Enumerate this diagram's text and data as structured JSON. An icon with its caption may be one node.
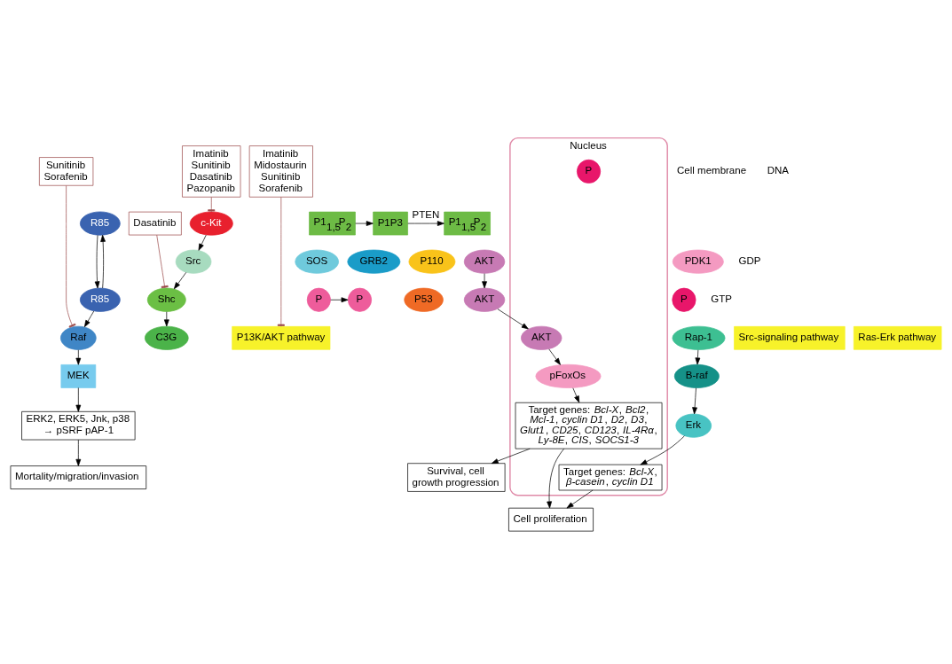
{
  "diagram": {
    "nodes": [
      {
        "text": [
          "Sunitinib Sorafenib"
        ]
      },
      {
        "text": [
          "c-Kit"
        ]
      },
      {
        "text": [
          "Imatinib Sunitinib Dasatinib Pazopanib"
        ]
      },
      {
        "text": [
          "Imatinib Midostaurin Sunitinib Sorafenib"
        ]
      },
      {
        "text": [
          "R85"
        ]
      },
      {
        "text": [
          "SOS"
        ]
      },
      {
        "text": [
          "GRB2"
        ]
      },
      {
        "text": [
          "P"
        ]
      },
      {
        "text": [
          "P"
        ]
      },
      {
        "text": [
          "P53"
        ]
      },
      {
        "text": [
          "P1$_{1,5}$P$_{2}$"
        ]
      },
      {
        "text": [
          "P1P3"
        ]
      },
      {
        "text": [
          "P1$_{1,5}$P$_{2}$"
        ]
      },
      {
        "text": [
          "Src"
        ]
      },
      {
        "text": [
          "Dasatinib"
        ]
      },
      {
        "text": [
          "R85"
        ]
      },
      {
        "text": [
          "Raf"
        ]
      },
      {
        "text": [
          "P110"
        ]
      },
      {
        "text": [
          "AKT"
        ]
      },
      {
        "text": [
          "PDK1"
        ]
      },
      {
        "text": [
          "AKT"
        ]
      },
      {
        "text": [
          "P"
        ]
      },
      {
        "text": [
          "Shc"
        ]
      },
      {
        "text": [
          "Src-signaling pathway"
        ]
      },
      {
        "text": [
          "Ras-Erk pathway"
        ]
      },
      {
        "text": [
          "C3G"
        ]
      },
      {
        "text": [
          "Rap-1"
        ]
      },
      {
        "text": [
          "P13K/AKT pathway"
        ]
      },
      {
        "text": [
          "MEK"
        ]
      },
      {
        "text": [
          "ERK2, ERK5, Jnk, p38 → pSRF pAP-1"
        ]
      },
      {
        "text": [
          "B-raf"
        ]
      },
      {
        "text": [
          "Erk"
        ]
      },
      {
        "text": [
          "Nucleus"
        ]
      },
      {
        "text": [
          "AKT"
        ],
        "in": 32
      },
      {
        "text": [
          "P"
        ],
        "in": 32
      },
      {
        "text": [
          "pFoxOs"
        ],
        "in": 32
      },
      {
        "text": [
          "Target genes: *Bcl-X*, *β-casein*, *cyclin D1*"
        ],
        "in": 32
      },
      {
        "text": [
          "Target genes: *Bcl-X*, *Bcl2*, *Mcl-1*, *cyclin D1*, *D2*, *D3*, *Glut1*, *CD25*, *CD123*, *IL-4Rα*, *Ly-8E*, *CIS*, *SOCS1-3*"
        ],
        "in": 32
      },
      {
        "text": [
          "Mortality/migration/invasion"
        ]
      },
      {
        "text": [
          "Survival, cell growth progression"
        ]
      },
      {
        "text": [
          "Cell proliferation"
        ]
      }
    ],
    "edges": [
      {
        "from": 0,
        "to": 16,
        "arrow": "other",
        "color": "#9b4a4a"
      },
      {
        "from": 2,
        "to": 1,
        "arrow": "other",
        "color": "#9b4a4a"
      },
      {
        "from": 3,
        "to": 27,
        "arrow": "other",
        "color": "#9b4a4a"
      },
      {
        "from": 4,
        "to": 15,
        "arrow": "to"
      },
      {
        "from": 15,
        "to": 4,
        "arrow": "to"
      },
      {
        "from": 15,
        "to": 16,
        "arrow": "to"
      },
      {
        "from": 16,
        "to": 28,
        "arrow": "to"
      },
      {
        "from": 28,
        "to": 29,
        "arrow": "to"
      },
      {
        "from": 29,
        "to": 38,
        "arrow": "to"
      },
      {
        "from": 7,
        "to": 8,
        "arrow": "to"
      },
      {
        "from": 10,
        "to": 11,
        "arrow": "to"
      },
      {
        "from": 11,
        "to": 12,
        "arrow": "to",
        "label": "PTEN"
      },
      {
        "from": 1,
        "to": 13,
        "arrow": "to"
      },
      {
        "from": 18,
        "to": 20,
        "arrow": "to"
      },
      {
        "from": 20,
        "to": 33,
        "arrow": "to"
      },
      {
        "from": 33,
        "to": 35,
        "arrow": "to"
      },
      {
        "from": 35,
        "to": 37,
        "arrow": "to"
      },
      {
        "from": 37,
        "to": 39,
        "arrow": "to"
      },
      {
        "from": 37,
        "to": 40,
        "arrow": "to"
      },
      {
        "from": 14,
        "to": 22,
        "arrow": "other",
        "color": "#9b4a4a"
      },
      {
        "from": 13,
        "to": 22,
        "arrow": "to"
      },
      {
        "from": 22,
        "to": 25,
        "arrow": "to"
      },
      {
        "from": 26,
        "to": 30,
        "arrow": "to"
      },
      {
        "from": 30,
        "to": 31,
        "arrow": "to"
      },
      {
        "from": 31,
        "to": 36,
        "arrow": "to"
      },
      {
        "from": 36,
        "to": 40,
        "arrow": "to"
      }
    ],
    "labels": [
      "Cell membrane",
      "GDP",
      "GTP",
      "DNA"
    ]
  }
}
